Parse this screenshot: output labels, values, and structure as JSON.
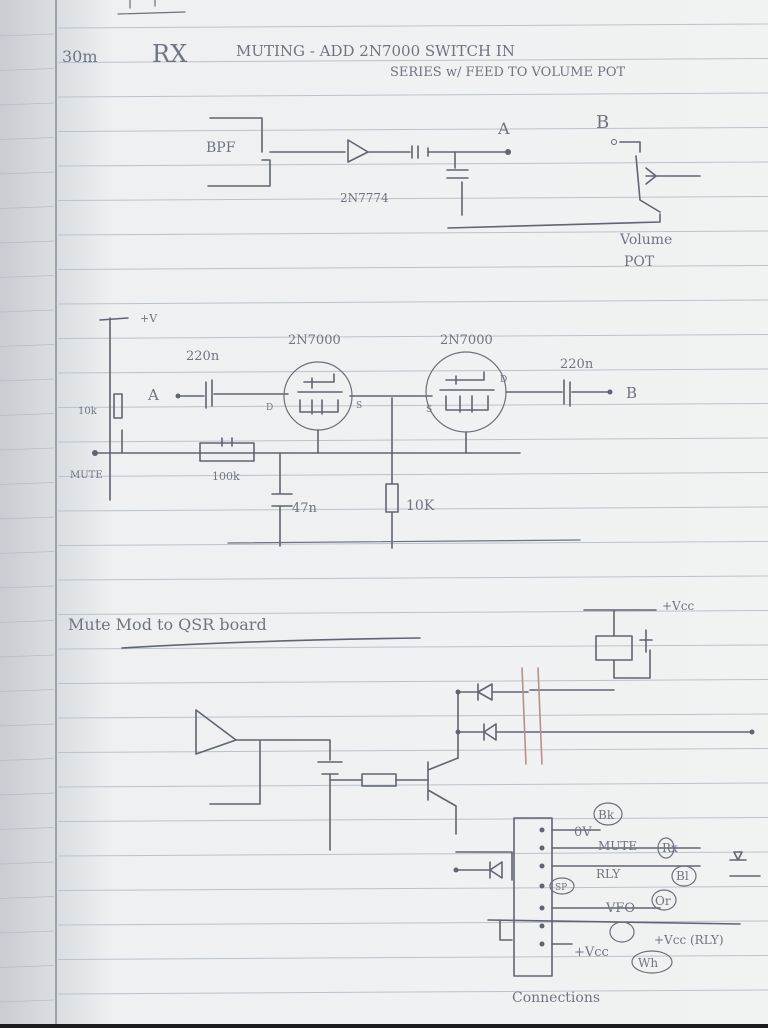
{
  "section1": {
    "title_prefix": "30m",
    "title_rx": "RX",
    "title_line1": "MUTING - ADD 2N7000 SWITCH IN",
    "title_line2": "SERIES w/ FEED TO VOLUME POT",
    "bpf_label": "BPF",
    "part_label": "2N7774",
    "node_a": "A",
    "node_b": "B",
    "pot_label_line1": "Volume",
    "pot_label_line2": "POT"
  },
  "section2": {
    "vcc_label": "+V",
    "fet1_label": "2N7000",
    "fet2_label": "2N7000",
    "cap1_label": "220n",
    "cap2_label": "220n",
    "res_pullup": "10k",
    "res_series": "100k",
    "cap_ground": "47n",
    "res_ground": "10K",
    "node_a": "A",
    "node_b": "B",
    "drain1": "D",
    "source1": "S",
    "source2": "S",
    "drain2": "D",
    "mute_label": "MUTE"
  },
  "section3": {
    "title": "Mute Mod to QSR board",
    "vcc_label": "+Vcc",
    "pins": [
      "0V",
      "MUTE",
      "RLY",
      "VFO",
      "+Vcc"
    ],
    "pin_color_codes": [
      "Bk",
      "Rx",
      "Bl",
      "Or",
      "Wh"
    ],
    "sp_label": "SP",
    "vcc_rly_label": "+Vcc (RLY)",
    "connections_label": "Connections"
  }
}
